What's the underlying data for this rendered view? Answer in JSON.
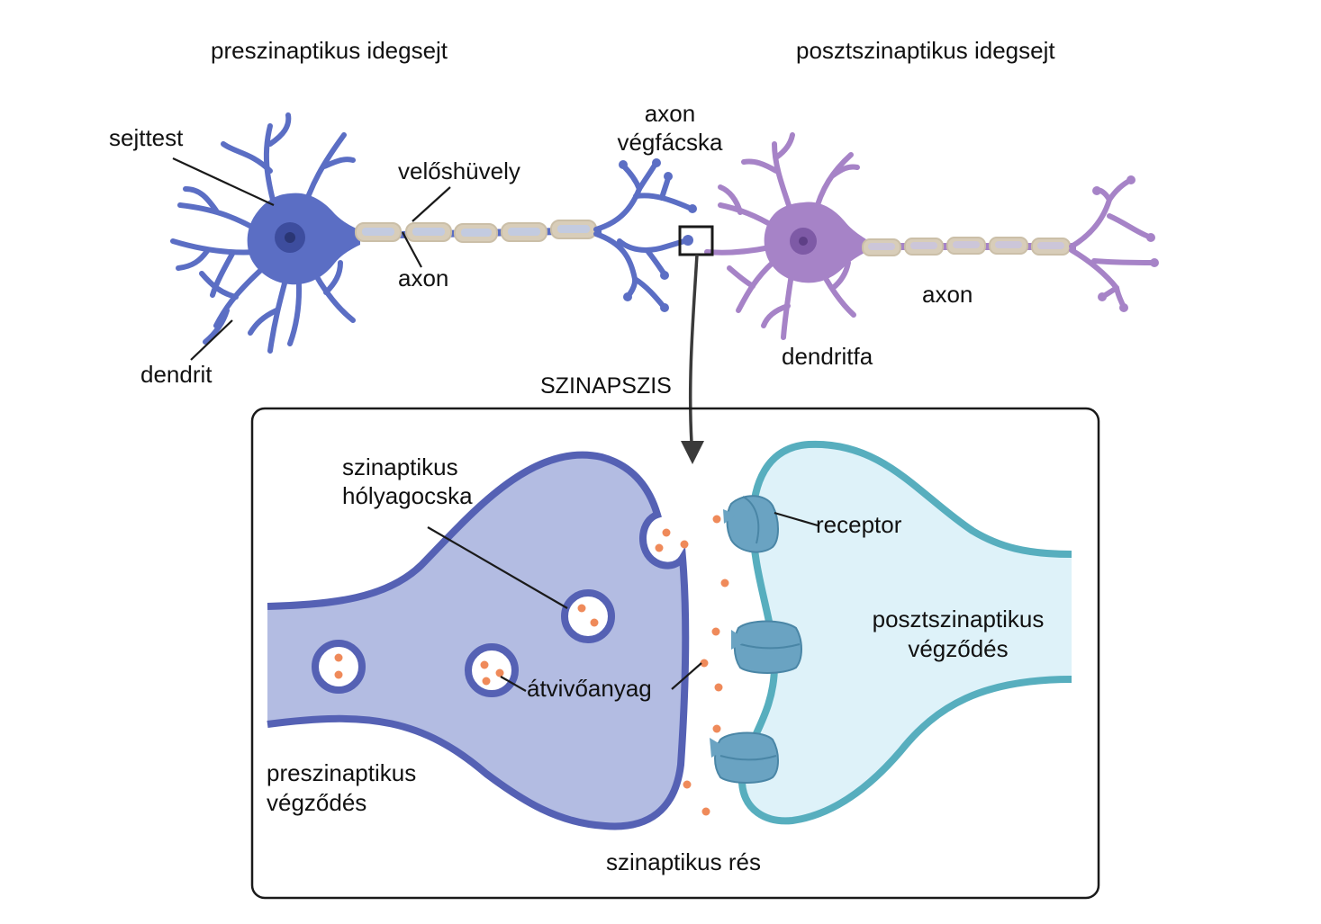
{
  "colors": {
    "presynaptic_neuron": "#5b6ec4",
    "presynaptic_dark": "#3d4d9e",
    "postsynaptic_neuron": "#a683c7",
    "myelin": "#d8cdb9",
    "myelin_inner": "#c3cbe0",
    "presynaptic_terminal_fill": "#b3bce2",
    "presynaptic_terminal_border": "#5561b4",
    "postsynaptic_terminal_fill": "#def2f9",
    "postsynaptic_terminal_border": "#57aebe",
    "receptor": "#6aa3c2",
    "neurotransmitter": "#ef8a5a",
    "leader_line": "#1a1a1a"
  },
  "labels": {
    "presynaptic_neuron": "preszinaptikus idegsejt",
    "postsynaptic_neuron": "posztszinaptikus idegsejt",
    "cell_body": "sejttest",
    "myelin_sheath": "velőshüvely",
    "axon_terminal_line1": "axon",
    "axon_terminal_line2": "végfácska",
    "axon_pre": "axon",
    "dendrite": "dendrit",
    "synapse": "SZINAPSZIS",
    "dendrite_tree": "dendritfa",
    "axon_post": "axon",
    "vesicle_line1": "szinaptikus",
    "vesicle_line2": "hólyagocska",
    "receptor": "receptor",
    "post_terminal_line1": "posztszinaptikus",
    "post_terminal_line2": "végződés",
    "neurotransmitter": "átvivőanyag",
    "pre_terminal_line1": "preszinaptikus",
    "pre_terminal_line2": "végződés",
    "synaptic_cleft": "szinaptikus rés"
  }
}
